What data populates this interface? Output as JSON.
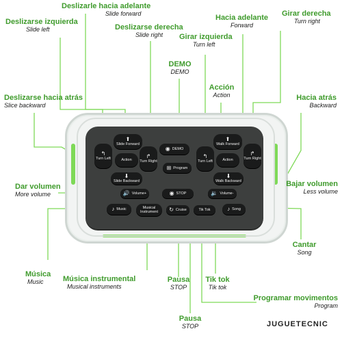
{
  "labels": {
    "slide_forward": {
      "es": "Deslizarle hacia adelante",
      "en": "Slide forward"
    },
    "slide_left": {
      "es": "Deslizarse izquierda",
      "en": "Slide left"
    },
    "slide_right": {
      "es": "Deslizarse derecha",
      "en": "Slide right"
    },
    "turn_left": {
      "es": "Girar izquierda",
      "en": "Turn left"
    },
    "forward": {
      "es": "Hacia adelante",
      "en": "Forward"
    },
    "turn_right": {
      "es": "Girar derecha",
      "en": "Turn right"
    },
    "demo": {
      "es": "DEMO",
      "en": "DEMO"
    },
    "action": {
      "es": "Acción",
      "en": "Action"
    },
    "slide_backward": {
      "es": "Deslizarse hacia atrás",
      "en": "Slice backward"
    },
    "backward": {
      "es": "Hacia atrás",
      "en": "Backward"
    },
    "volume_up": {
      "es": "Dar volumen",
      "en": "More volume"
    },
    "volume_down": {
      "es": "Bajar volumen",
      "en": "Less volume"
    },
    "sing": {
      "es": "Cantar",
      "en": "Song"
    },
    "music": {
      "es": "Música",
      "en": "Music"
    },
    "musical_instruments": {
      "es": "Música instrumental",
      "en": "Musical instruments"
    },
    "pause_cruise": {
      "es": "Pausa",
      "en": "STOP"
    },
    "tiktok": {
      "es": "Tik tok",
      "en": "Tik tok"
    },
    "program": {
      "es": "Programar movimentos",
      "en": "Program"
    },
    "pause_stop": {
      "es": "Pausa",
      "en": "STOP"
    }
  },
  "buttons": {
    "slide_forward": "Slide Forward",
    "turn_left": "Turn Left",
    "turn_right_left": "Turn Right",
    "demo": "DEMO",
    "walk_forward": "Walk Forward",
    "turn_left_right": "Turn Left",
    "turn_right": "Turn Right",
    "action_left": "Action",
    "action_right": "Action",
    "program": "Program",
    "slide_backward": "Slide Backward",
    "walk_backward": "Walk Backward",
    "volume_up": "Volume+",
    "stop": "STOP",
    "volume_down": "Volume-",
    "music": "Music",
    "musical_instrument": "Musical Instrument",
    "cruise": "Cruise",
    "tiktok": "Tik Tok",
    "song": "Song"
  },
  "brand": {
    "bold": "JUGUETECNIC",
    "rest": ""
  },
  "colors": {
    "accent": "#7ed957",
    "label_green": "#3f9b2c",
    "remote_dark": "#3d3f3e",
    "button": "#1a1b1b"
  }
}
